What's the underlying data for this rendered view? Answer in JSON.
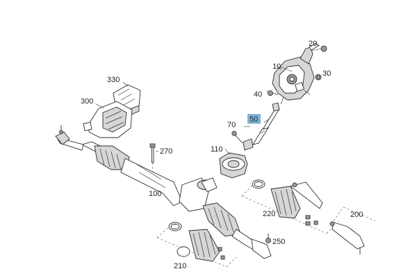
{
  "diagram": {
    "callouts": [
      {
        "id": "c20",
        "label": "20"
      },
      {
        "id": "c10",
        "label": "10"
      },
      {
        "id": "c30",
        "label": "30"
      },
      {
        "id": "c40",
        "label": "40"
      },
      {
        "id": "c50",
        "label": "50",
        "highlight": "#7fb3d5"
      },
      {
        "id": "c70",
        "label": "70"
      },
      {
        "id": "c330",
        "label": "330"
      },
      {
        "id": "c300",
        "label": "300"
      },
      {
        "id": "c270",
        "label": "270"
      },
      {
        "id": "c110",
        "label": "110"
      },
      {
        "id": "c100",
        "label": "100"
      },
      {
        "id": "c220",
        "label": "220"
      },
      {
        "id": "c200",
        "label": "200"
      },
      {
        "id": "c250",
        "label": "250"
      },
      {
        "id": "c210",
        "label": "210"
      }
    ]
  }
}
